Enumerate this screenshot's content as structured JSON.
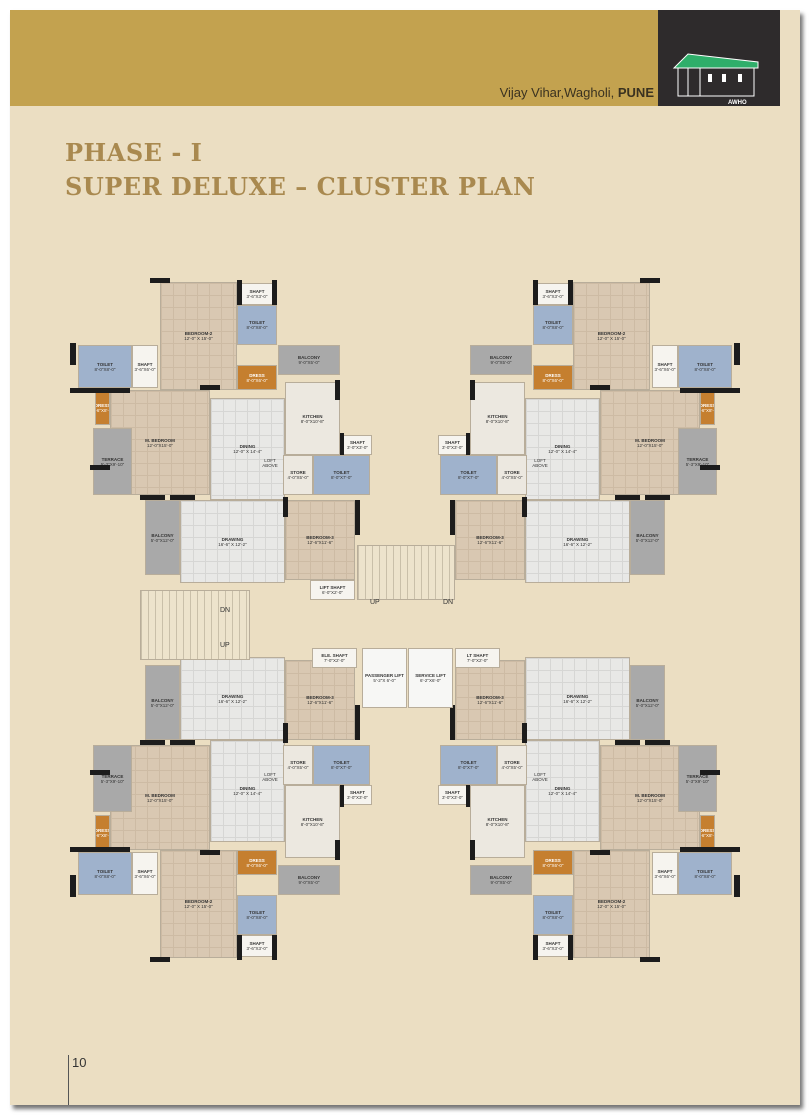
{
  "header": {
    "location": "Vijay Vihar,Wagholi,",
    "city": "PUNE",
    "logo_text": "AWHO",
    "colors": {
      "band": "#c3a24f",
      "logo_box": "#2e2b2c",
      "logo_roof": "#2fae6a"
    }
  },
  "title": {
    "line1": "PHASE - I",
    "line2": "SUPER DELUXE – CLUSTER  PLAN",
    "color": "#a9894f"
  },
  "unit_rooms": [
    {
      "name": "BEDROOM-2",
      "dim": "12'-0\" X 15'-0\""
    },
    {
      "name": "SHAFT",
      "dim": "3'-6\"X3'-0\""
    },
    {
      "name": "TOILET",
      "dim": "8'-0\"X8'-0\""
    },
    {
      "name": "DRESS",
      "dim": "8'-0\"X6'-0\""
    },
    {
      "name": "BALCONY",
      "dim": "9'-0\"X5'-0\""
    },
    {
      "name": "TOILET",
      "dim": "8'-0\"X8'-0\""
    },
    {
      "name": "SHAFT",
      "dim": "3'-6\"X6'-0\""
    },
    {
      "name": "DRESS",
      "dim": "4'-6\"X8'-0\""
    },
    {
      "name": "M. BEDROOM",
      "dim": "12'-0\"X15'-0\""
    },
    {
      "name": "TERRACE",
      "dim": "5'-3\"X9'-10\""
    },
    {
      "name": "DINING",
      "dim": "12'-0\" X 14'-4\""
    },
    {
      "name": "KITCHEN",
      "dim": "8'-0\"X10'-8\""
    },
    {
      "name": "SHAFT",
      "dim": "3'-0\"X3'-0\""
    },
    {
      "name": "STORE",
      "dim": "4'-0\"X5'-0\""
    },
    {
      "name": "TOILET",
      "dim": "8'-0\"X7'-0\""
    },
    {
      "name": "BALCONY",
      "dim": "5'-0\"X12'-0\""
    },
    {
      "name": "DRAWING",
      "dim": "16'-6\" X 12'-2\""
    },
    {
      "name": "BEDROOM-3",
      "dim": "12'-6\"X11'-6\""
    },
    {
      "name": "LOFT",
      "dim": "ABOVE"
    }
  ],
  "core": {
    "stair_left_dn": "DN",
    "stair_left_up": "UP",
    "stair_center_up": "UP",
    "stair_center_dn": "DN",
    "lift_shaft": {
      "name": "LIFT SHAFT",
      "dim": "6'-0\"X2'-0\""
    },
    "ele_shaft": {
      "name": "ELE. SHAFT",
      "dim": "7'-0\"X2'-0\""
    },
    "lt_shaft": {
      "name": "LT SHAFT",
      "dim": "7'-0\"X2'-0\""
    },
    "passenger_lift": {
      "name": "PASSENGER LIFT",
      "dim": "5'-2\"X 6'-0\""
    },
    "service_lift": {
      "name": "SERVICE LIFT",
      "dim": "6'-2\"X6'-0\""
    }
  },
  "page_number": "10"
}
